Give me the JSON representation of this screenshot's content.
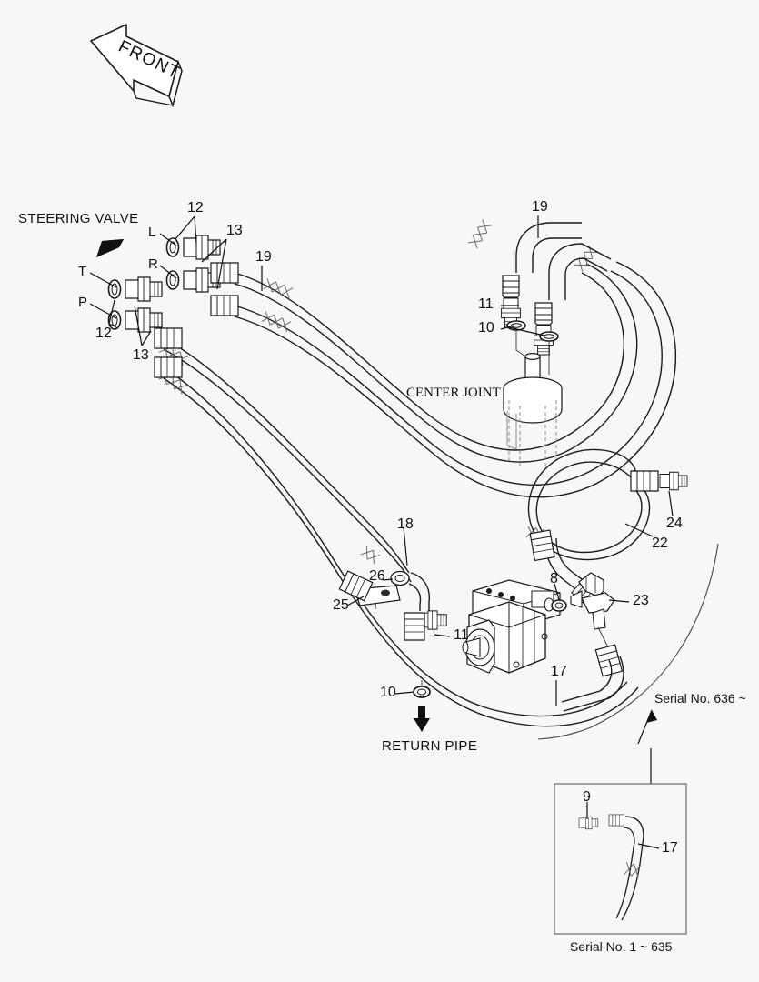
{
  "diagram": {
    "title_direction": "FRONT",
    "captions": [
      {
        "id": "steering-valve",
        "text": "STEERING VALVE"
      },
      {
        "id": "center-joint",
        "text": "CENTER JOINT"
      },
      {
        "id": "return-pipe",
        "text": "RETURN PIPE"
      }
    ],
    "port_labels": [
      {
        "id": "port-l",
        "text": "L"
      },
      {
        "id": "port-r",
        "text": "R"
      },
      {
        "id": "port-t",
        "text": "T"
      },
      {
        "id": "port-p",
        "text": "P"
      }
    ],
    "callouts": [
      {
        "id": "callout-12-top",
        "number": "12"
      },
      {
        "id": "callout-13-top",
        "number": "13"
      },
      {
        "id": "callout-12-bottom",
        "number": "12"
      },
      {
        "id": "callout-13-bottom",
        "number": "13"
      },
      {
        "id": "callout-19-left",
        "number": "19"
      },
      {
        "id": "callout-19-right",
        "number": "19"
      },
      {
        "id": "callout-11-center",
        "number": "11"
      },
      {
        "id": "callout-10-center",
        "number": "10"
      },
      {
        "id": "callout-24",
        "number": "24"
      },
      {
        "id": "callout-22",
        "number": "22"
      },
      {
        "id": "callout-8",
        "number": "8"
      },
      {
        "id": "callout-23",
        "number": "23"
      },
      {
        "id": "callout-18",
        "number": "18"
      },
      {
        "id": "callout-26",
        "number": "26"
      },
      {
        "id": "callout-25",
        "number": "25"
      },
      {
        "id": "callout-11-pump",
        "number": "11"
      },
      {
        "id": "callout-10-return",
        "number": "10"
      },
      {
        "id": "callout-17",
        "number": "17"
      },
      {
        "id": "callout-9-inset",
        "number": "9"
      },
      {
        "id": "callout-17-inset",
        "number": "17"
      }
    ],
    "serial_notes": [
      {
        "id": "serial-636",
        "text": "Serial No. 636 ~"
      },
      {
        "id": "serial-1-635",
        "text": "Serial No. 1 ~ 635"
      }
    ],
    "colors": {
      "background": "#f7f7f6",
      "line": "#1a1a1a",
      "hatch": "#555555",
      "inset_border": "#6b6b6b"
    }
  }
}
